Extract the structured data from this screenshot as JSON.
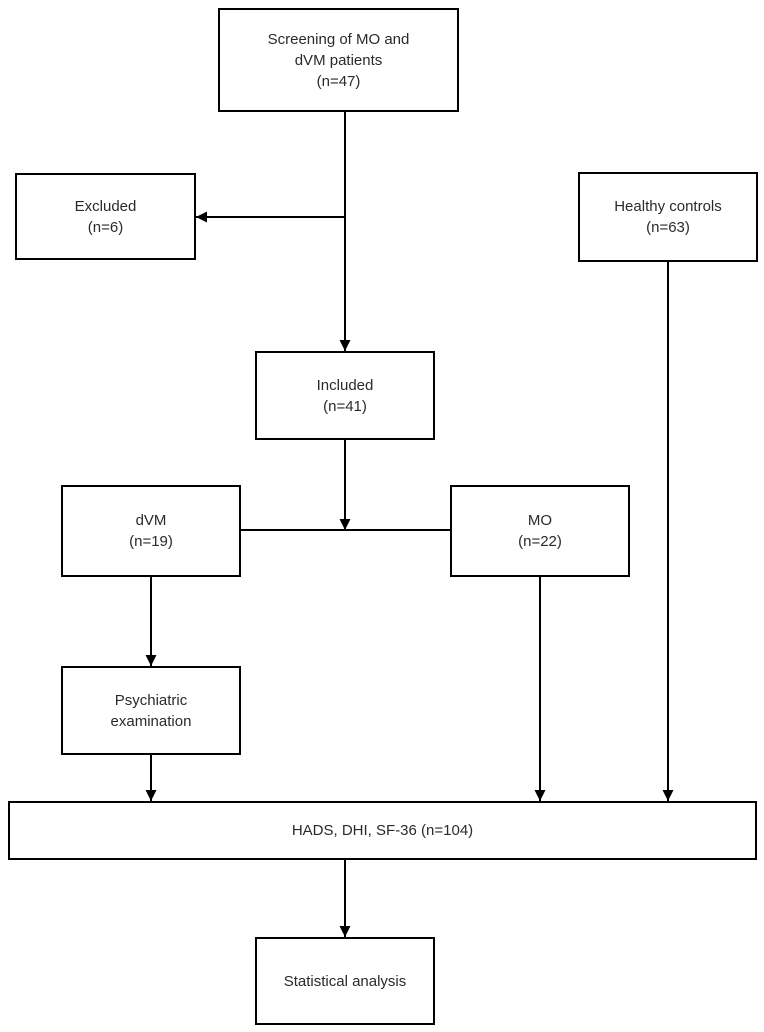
{
  "figure": {
    "type": "flowchart",
    "background_color": "#ffffff",
    "box_border_color": "#000000",
    "line_color": "#000000",
    "text_color": "#2a2a2a"
  },
  "nodes": {
    "screening": {
      "label": "Screening of MO and\ndVM patients\n(n=47)"
    },
    "excluded": {
      "label": "Excluded\n(n=6)"
    },
    "healthy": {
      "label": "Healthy controls\n(n=63)"
    },
    "included": {
      "label": "Included\n(n=41)"
    },
    "dvm": {
      "label": "dVM\n(n=19)"
    },
    "mo": {
      "label": "MO\n(n=22)"
    },
    "psychiatric": {
      "label": "Psychiatric\nexamination"
    },
    "hads": {
      "label": "HADS, DHI, SF-36 (n=104)"
    },
    "statistical": {
      "label": "Statistical analysis"
    }
  },
  "edges": [
    {
      "from": "screening",
      "to": "included",
      "arrow": true
    },
    {
      "from": "screening",
      "to": "excluded",
      "arrow": true
    },
    {
      "from": "included",
      "to": "dvm-mo-junction",
      "arrow": true
    },
    {
      "from": "dvm",
      "to": "mo",
      "arrow": false
    },
    {
      "from": "dvm",
      "to": "psychiatric",
      "arrow": true
    },
    {
      "from": "psychiatric",
      "to": "hads",
      "arrow": true
    },
    {
      "from": "mo",
      "to": "hads",
      "arrow": true
    },
    {
      "from": "healthy",
      "to": "hads",
      "arrow": true
    },
    {
      "from": "hads",
      "to": "statistical",
      "arrow": true
    }
  ]
}
